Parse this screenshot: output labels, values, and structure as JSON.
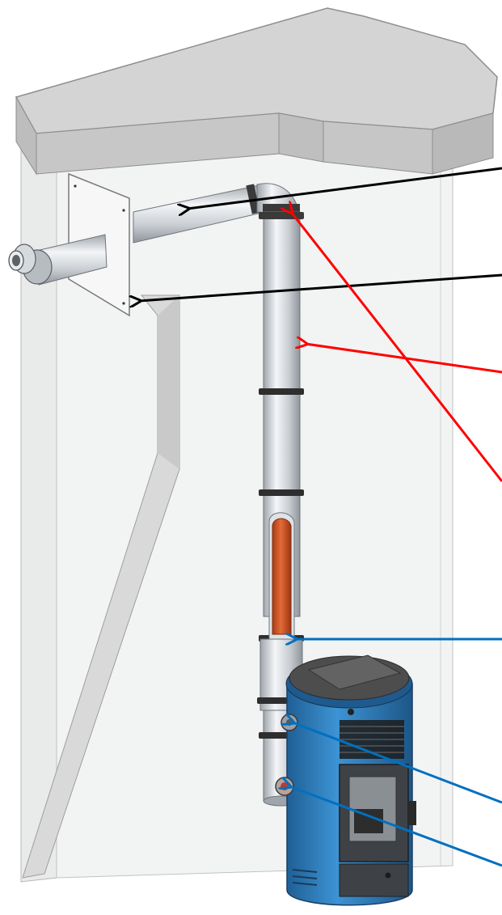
{
  "diagram": {
    "palette": {
      "background": "#ffffff",
      "ceiling": "#d4d4d4",
      "wall": "#f2f3f3",
      "pipe_steel": "#c9cdd2",
      "pipe_highlight": "#f4f6f8",
      "clamp": "#2e2e2e",
      "inner_liner": "#d2582a",
      "stove_body": "#2f7fbf",
      "stove_dark": "#1f5f94",
      "stove_top": "#4d4d4d",
      "arrow_black": "#000000",
      "arrow_red": "#ff0000",
      "arrow_blue": "#0070c0"
    },
    "components": [
      {
        "id": "ceiling-slab",
        "icon": "ceiling-slab-icon"
      },
      {
        "id": "room-walls",
        "icon": "wall-icon"
      },
      {
        "id": "wall-plate",
        "icon": "wall-plate-icon"
      },
      {
        "id": "horizontal-terminal-pipe",
        "icon": "horizontal-pipe-icon"
      },
      {
        "id": "elbow",
        "icon": "elbow-icon"
      },
      {
        "id": "vertical-flue-pipe",
        "icon": "vertical-pipe-icon"
      },
      {
        "id": "inner-flue-liner",
        "icon": "flue-liner-icon"
      },
      {
        "id": "pellet-stove",
        "icon": "stove-icon"
      }
    ],
    "callouts": [
      {
        "id": "callout-1",
        "color": "black",
        "target": "horizontal-terminal-pipe"
      },
      {
        "id": "callout-2",
        "color": "black",
        "target": "wall-plate"
      },
      {
        "id": "callout-3",
        "color": "red",
        "target": "vertical-flue-pipe"
      },
      {
        "id": "callout-4",
        "color": "red",
        "target": "elbow"
      },
      {
        "id": "callout-5",
        "color": "blue",
        "target": "inner-flue-liner"
      },
      {
        "id": "callout-6",
        "color": "blue",
        "target": "stove-upper-outlet"
      },
      {
        "id": "callout-7",
        "color": "blue",
        "target": "stove-lower-outlet"
      }
    ]
  }
}
